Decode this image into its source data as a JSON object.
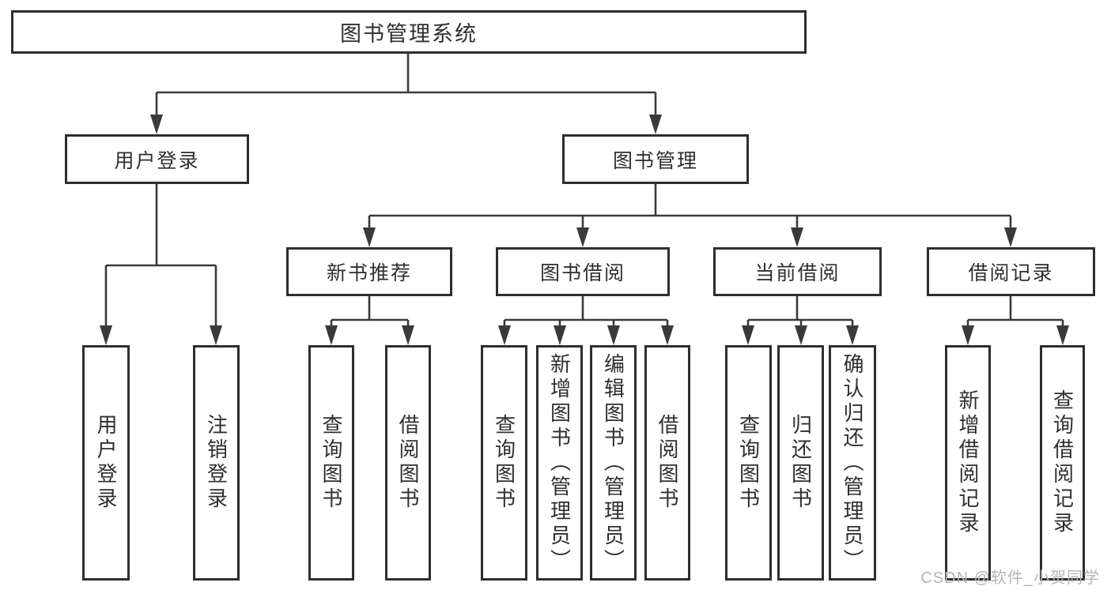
{
  "tree": {
    "label": "图书管理系统",
    "children": [
      {
        "label": "用户登录",
        "children": [
          {
            "label": "用户登录"
          },
          {
            "label": "注销登录"
          }
        ]
      },
      {
        "label": "图书管理",
        "children": [
          {
            "label": "新书推荐",
            "children": [
              {
                "label": "查询图书"
              },
              {
                "label": "借阅图书"
              }
            ]
          },
          {
            "label": "图书借阅",
            "children": [
              {
                "label": "查询图书"
              },
              {
                "label": "新增图书（管理员）"
              },
              {
                "label": "编辑图书（管理员）"
              },
              {
                "label": "借阅图书"
              }
            ]
          },
          {
            "label": "当前借阅",
            "children": [
              {
                "label": "查询图书"
              },
              {
                "label": "归还图书"
              },
              {
                "label": "确认归还（管理员）"
              }
            ]
          },
          {
            "label": "借阅记录",
            "children": [
              {
                "label": "新增借阅记录"
              },
              {
                "label": "查询借阅记录"
              }
            ]
          }
        ]
      }
    ]
  },
  "watermark": {
    "text": "CSDN @软件_小贺同学"
  },
  "colors": {
    "line": "#3a3a3a",
    "border": "#2e2e2e",
    "text": "#2f2f2f",
    "watermark": "#b5b5b5",
    "background": "#ffffff"
  }
}
